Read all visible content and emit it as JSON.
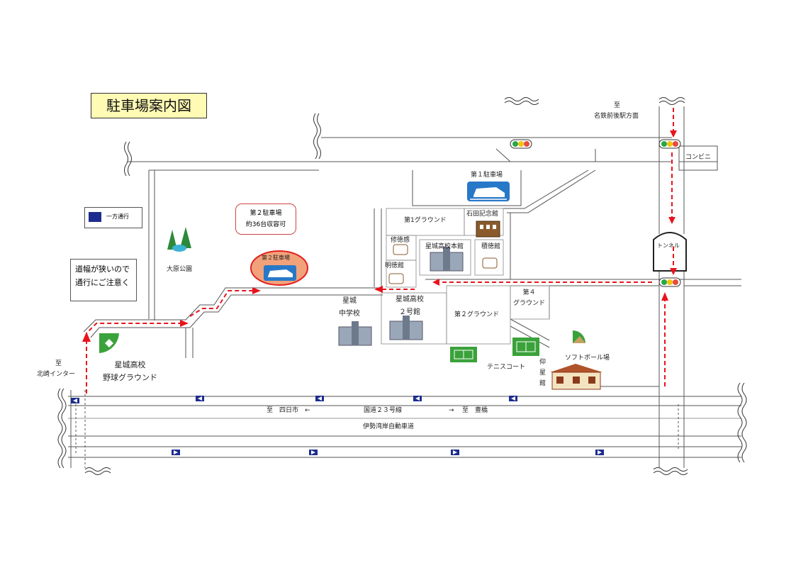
{
  "title": "駐車場案内図",
  "legend": {
    "oneway_label": "一方通行"
  },
  "callout": {
    "line1": "道幅が狭いので",
    "line2": "通行にご注意く"
  },
  "parking2_bubble": {
    "line1": "第２駐車場",
    "line2": "約36台収容可"
  },
  "parking2_sign": "第２駐車場",
  "directions": {
    "north_to": "至",
    "north_dest": "名鉄前後駅方面",
    "west_to": "至",
    "west_dest": "北崎インター",
    "east_on_road": "至　豊橋",
    "west_on_road": "至　四日市　←",
    "east_arrow": "→"
  },
  "roads": {
    "national": "国道２３号線",
    "expressway": "伊勢湾岸自動車道"
  },
  "places": {
    "convenience": "コンビニ",
    "tunnel": "トンネル",
    "parking1": "第１駐車場",
    "ground1": "第1グラウンド",
    "ishida": "石田記念館",
    "shutoku": "修徳感",
    "main_bldg": "星城高校本館",
    "sekitoku": "積徳館",
    "meitoku": "明徳館",
    "ohara_park": "大原公園",
    "junior_high": [
      "星城",
      "中学校"
    ],
    "bldg2": [
      "星城高校",
      "２号館"
    ],
    "ground2": "第２グラウンド",
    "ground4": [
      "第４",
      "グラウンド"
    ],
    "softball": "ソフトボール場",
    "tennis": "テニスコート",
    "gyoseikan": [
      "仰",
      "星",
      "館"
    ],
    "baseball": [
      "星城高校",
      "野球グラウンド"
    ]
  },
  "colors": {
    "route": "#e8141c",
    "oneway_chip": "#1c2c8e",
    "parking_blue": "#2878c8",
    "tennis_green": "#3aa23a",
    "title_bg": "#fffbb5",
    "parking2_highlight": "#f2a27a"
  },
  "icons": {
    "traffic_light": "traffic-light-icon",
    "parking": "parking-car-icon",
    "building": "school-building-icon",
    "tennis": "tennis-court-icon",
    "park": "park-trees-icon",
    "hall": "hall-building-icon"
  }
}
